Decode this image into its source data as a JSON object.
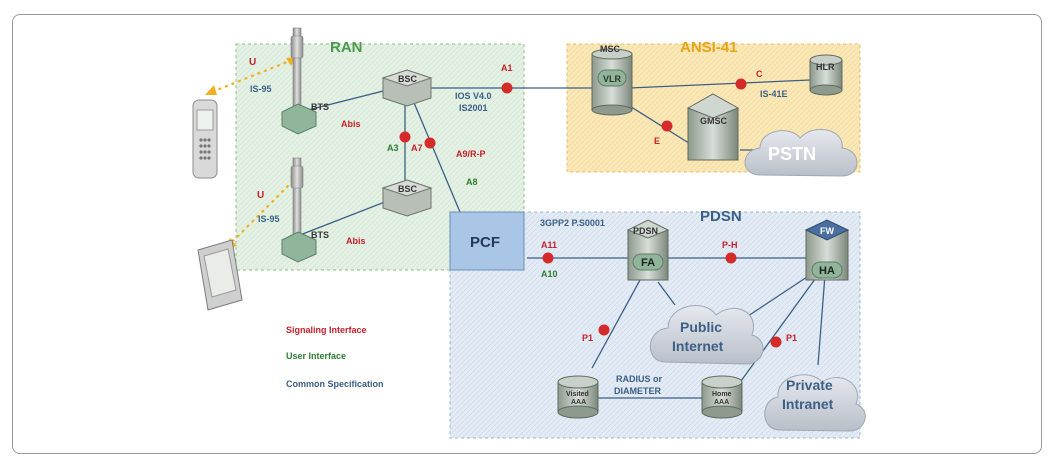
{
  "regions": {
    "ran": "RAN",
    "ansi41": "ANSI-41",
    "pdsn": "PDSN"
  },
  "nodes": {
    "bsc_top": "BSC",
    "bsc_bottom": "BSC",
    "bts_top": "BTS",
    "bts_bottom": "BTS",
    "msc": "MSC",
    "vlr": "VLR",
    "hlr": "HLR",
    "gmsc": "GMSC",
    "pstn": "PSTN",
    "pcf": "PCF",
    "pdsn_server": "PDSN",
    "fa": "FA",
    "fw": "FW",
    "ha": "HA",
    "public_internet_line1": "Public",
    "public_internet_line2": "Internet",
    "private_intranet_line1": "Private",
    "private_intranet_line2": "Intranet",
    "visited_aaa_line1": "Visited",
    "visited_aaa_line2": "AAA",
    "home_aaa_line1": "Home",
    "home_aaa_line2": "AAA"
  },
  "interfaces": {
    "u_top": "U",
    "u_bottom": "U",
    "is95_top": "IS-95",
    "is95_bottom": "IS-95",
    "abis_top": "Abis",
    "abis_bottom": "Abis",
    "a1": "A1",
    "ios_line1": "IOS V4.0",
    "ios_line2": "IS2001",
    "a3": "A3",
    "a7": "A7",
    "a9rp": "A9/R-P",
    "a8": "A8",
    "c": "C",
    "is41e": "IS-41E",
    "e": "E",
    "spec_3gpp2": "3GPP2 P.S0001",
    "a11": "A11",
    "a10": "A10",
    "ph": "P-H",
    "p1_left": "P1",
    "p1_right": "P1",
    "radius_line1": "RADIUS or",
    "radius_line2": "DIAMETER"
  },
  "legend": {
    "signaling": "Signaling Interface",
    "user": "User Interface",
    "common": "Common Specification"
  },
  "colors": {
    "signaling": "#c8202a",
    "user": "#2e7d32",
    "common": "#3b5f86",
    "ran_fill": "#e3f1e3",
    "ansi_fill": "#fbe7b4",
    "pdsn_fill": "#e1eaf5",
    "ansi_title": "#e8a317",
    "ran_title": "#4b9a4b",
    "pdsn_title": "#3b5f86"
  }
}
